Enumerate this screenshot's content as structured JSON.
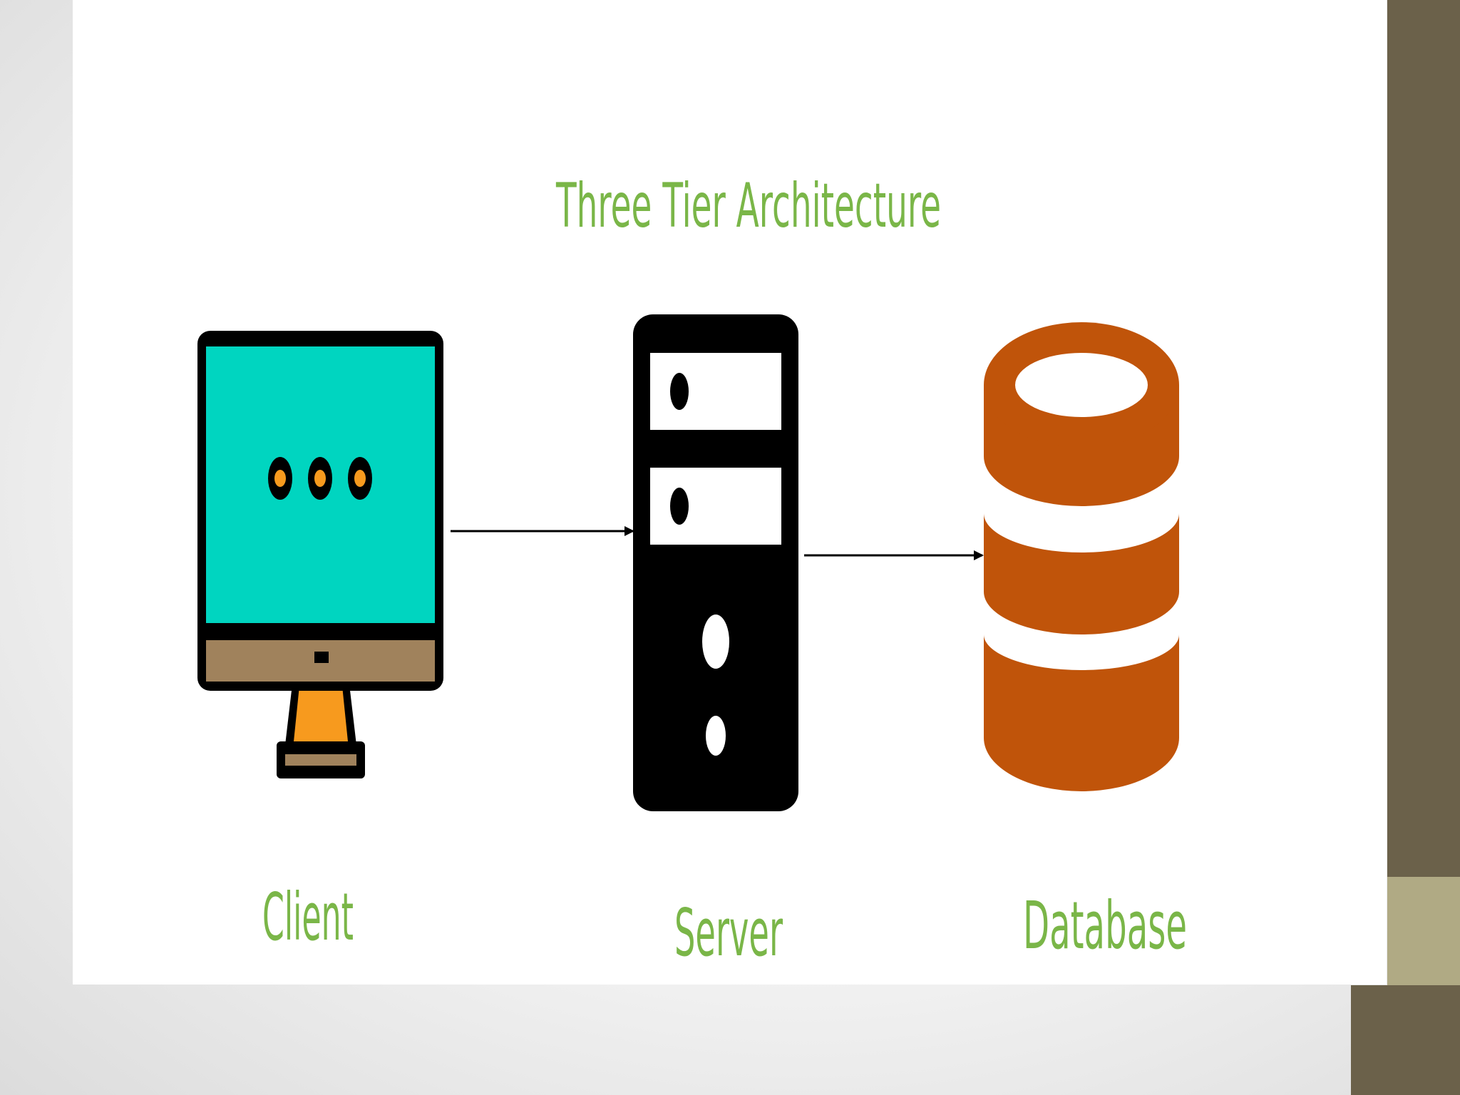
{
  "title": "Three Tier Architecture",
  "nodes": [
    {
      "id": "client",
      "label": "Client"
    },
    {
      "id": "server",
      "label": "Server"
    },
    {
      "id": "database",
      "label": "Database"
    }
  ],
  "edges": [
    {
      "from": "client",
      "to": "server"
    },
    {
      "from": "server",
      "to": "database"
    }
  ],
  "colors": {
    "label_green": "#7ab648",
    "monitor_screen": "#00d5c0",
    "monitor_bezel": "#a0825c",
    "monitor_stand": "#f79a1e",
    "server_body": "#000000",
    "database": "#c0540a",
    "deco_dark": "#6b614a",
    "deco_light": "#b0aa84"
  },
  "icons": [
    "monitor-icon",
    "server-icon",
    "database-icon"
  ]
}
